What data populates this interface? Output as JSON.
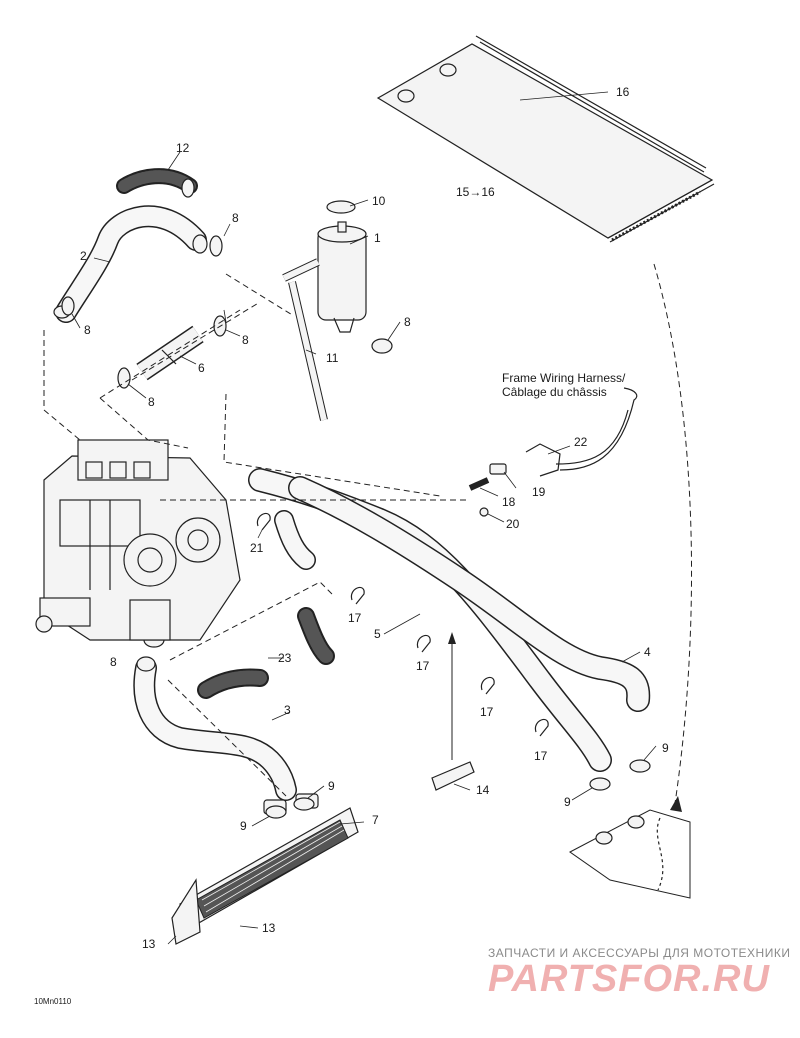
{
  "callouts": {
    "c1": "1",
    "c2": "2",
    "c3": "3",
    "c4": "4",
    "c5": "5",
    "c6": "6",
    "c7": "7",
    "c8a": "8",
    "c8b": "8",
    "c8c": "8",
    "c8d": "8",
    "c8e": "8",
    "c8f": "8",
    "c9a": "9",
    "c9b": "9",
    "c9c": "9",
    "c9d": "9",
    "c10": "10",
    "c11": "11",
    "c12": "12",
    "c13a": "13",
    "c13b": "13",
    "c14": "14",
    "c16": "16",
    "c15": "15→16",
    "c17a": "17",
    "c17b": "17",
    "c17c": "17",
    "c17d": "17",
    "c18": "18",
    "c19": "19",
    "c20": "20",
    "c21": "21",
    "c22": "22",
    "c23": "23"
  },
  "harness_note": {
    "line1": "Frame Wiring Harness/",
    "line2": "Câblage du châssis"
  },
  "diagram_ref": "10Mn0110",
  "watermark": {
    "tagline": "ЗАПЧАСТИ И АКСЕССУАРЫ ДЛЯ МОТОТЕХНИКИ",
    "logo": "PARTSFOR.RU"
  }
}
